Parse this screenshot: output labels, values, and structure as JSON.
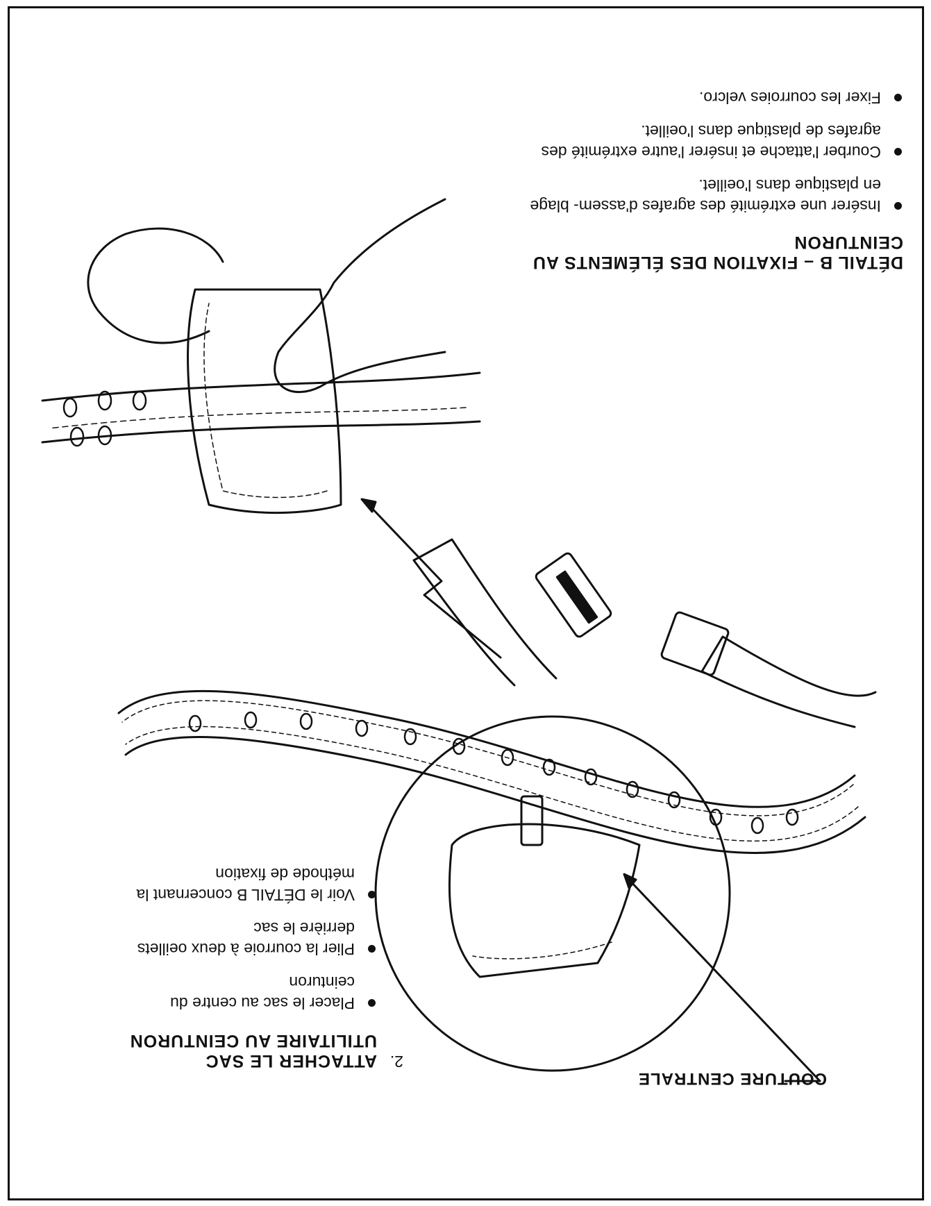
{
  "section2": {
    "number": "2.",
    "heading": "ATTACHER LE SAC UTILITAIRE AU CEINTURON",
    "bullets": [
      "Placer le sac au centre du ceinturon",
      "Plier la courroie à deux oeillets derrière le sac",
      "Voir le DÉTAIL B concernant la méthode de fixation"
    ]
  },
  "detail_b": {
    "heading": "DÉTAIL B – FIXATION DES ÉLÉMENTS AU CEINTURON",
    "bullets": [
      "Insérer une extrémité des agrafes d'assem- blage en plastique dans l'oeillet.",
      "Courber l'attache et insérer l'autre extrémité des agrafes de plastique dans l'oeillet.",
      "Fixer les courroies velcro."
    ]
  },
  "callout": {
    "label": "COUTURE CENTRALE"
  },
  "figure": {
    "name": "belt-utility-bag-illustration"
  }
}
